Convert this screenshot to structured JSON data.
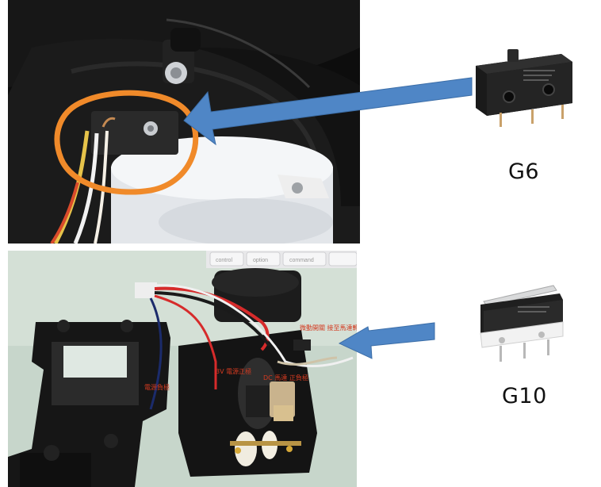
{
  "top_photo": {
    "name": "g6-installed-photo"
  },
  "bottom_photo": {
    "name": "g10-installed-photo",
    "keyboard_keys": [
      "control",
      "option",
      "command"
    ],
    "annotations": [
      "微動開關 接至馬達轉",
      "3V 電源正極",
      "DC 馬達 正負極",
      "電源負極"
    ]
  },
  "products": [
    {
      "label": "G6",
      "name": "g6-micro-switch"
    },
    {
      "label": "G10",
      "name": "g10-micro-switch"
    }
  ],
  "colors": {
    "arrow": "#4f86c6",
    "highlight_circle": "#f08a2a",
    "annotation_text": "#d33a20"
  }
}
